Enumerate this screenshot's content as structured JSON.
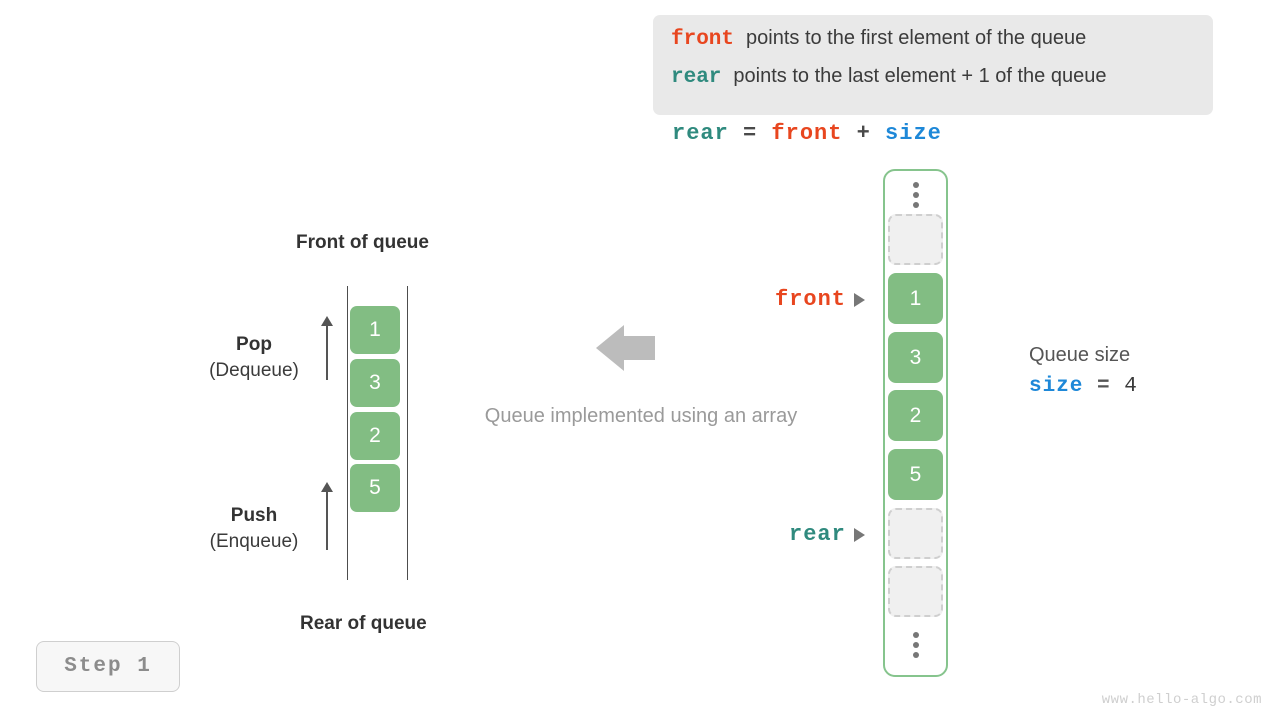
{
  "legend": {
    "rows": [
      {
        "key": "front",
        "key_color": "#e8461f",
        "text": "points to the first element of the queue"
      },
      {
        "key": "rear",
        "key_color": "#2f8a7e",
        "text": "points to the last element + 1 of the queue"
      }
    ]
  },
  "formula": {
    "lhs": "rear",
    "eq": "=",
    "rhs1": "front",
    "plus": "+",
    "rhs2": "size"
  },
  "abstract_queue": {
    "title_top": "Front of queue",
    "title_bottom": "Rear of queue",
    "cells": [
      "1",
      "3",
      "2",
      "5"
    ],
    "pop": {
      "main": "Pop",
      "sub": "(Dequeue)"
    },
    "push": {
      "main": "Push",
      "sub": "(Enqueue)"
    }
  },
  "center": {
    "caption": "Queue implemented using an array",
    "arrow": "left-arrow-icon"
  },
  "array": {
    "slots": [
      {
        "kind": "ellipsis",
        "value": ""
      },
      {
        "kind": "empty",
        "value": ""
      },
      {
        "kind": "filled",
        "value": "1"
      },
      {
        "kind": "filled",
        "value": "3"
      },
      {
        "kind": "filled",
        "value": "2"
      },
      {
        "kind": "filled",
        "value": "5"
      },
      {
        "kind": "empty",
        "value": ""
      },
      {
        "kind": "empty",
        "value": ""
      },
      {
        "kind": "ellipsis",
        "value": ""
      }
    ],
    "pointers": {
      "front_label": "front",
      "rear_label": "rear"
    }
  },
  "size_note": {
    "title": "Queue size",
    "key": "size",
    "op": "=",
    "value": "4"
  },
  "step_badge": "Step 1",
  "watermark": "www.hello-algo.com",
  "colors": {
    "front": "#e8461f",
    "rear": "#2f8a7e",
    "size": "#1e88d8",
    "cell_green": "#82bd83",
    "container_green": "#86c48d",
    "legend_bg": "#e9e9e9",
    "muted": "#9a9a9a"
  }
}
